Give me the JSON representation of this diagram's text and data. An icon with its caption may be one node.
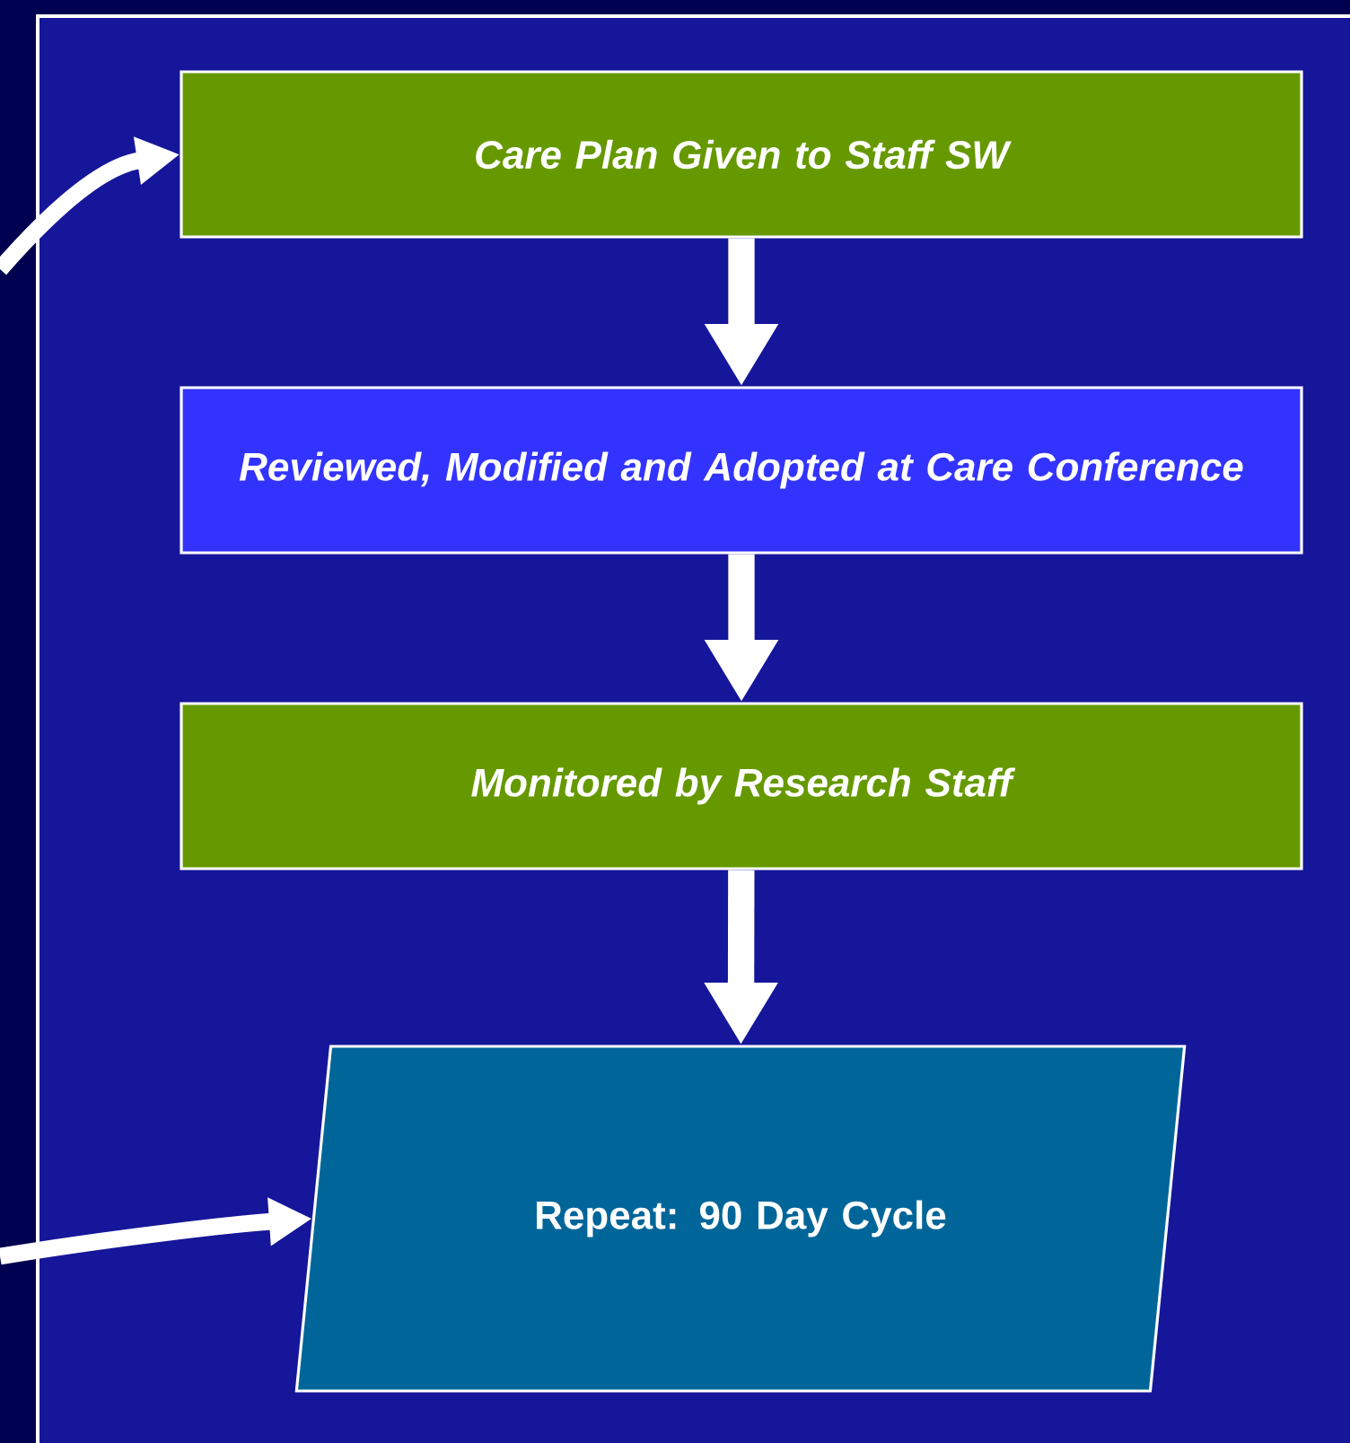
{
  "diagram": {
    "nodes": [
      {
        "text": [
          "*Care Plan  Given to Staff SW*"
        ]
      },
      {
        "text": [
          "*Reviewed, Modified and Adopted at Care Conference*"
        ]
      },
      {
        "text": [
          "*Monitored by Research Staff*"
        ]
      },
      {
        "text": [
          "Repeat: 90 Day Cycle"
        ]
      }
    ],
    "edges": [
      {
        "from": null,
        "to": 0,
        "arrow": "to"
      },
      {
        "from": 0,
        "to": 1,
        "arrow": "to"
      },
      {
        "from": 1,
        "to": 2,
        "arrow": "to"
      },
      {
        "from": 2,
        "to": 3,
        "arrow": "to"
      },
      {
        "from": null,
        "to": 3,
        "arrow": "to"
      }
    ]
  }
}
